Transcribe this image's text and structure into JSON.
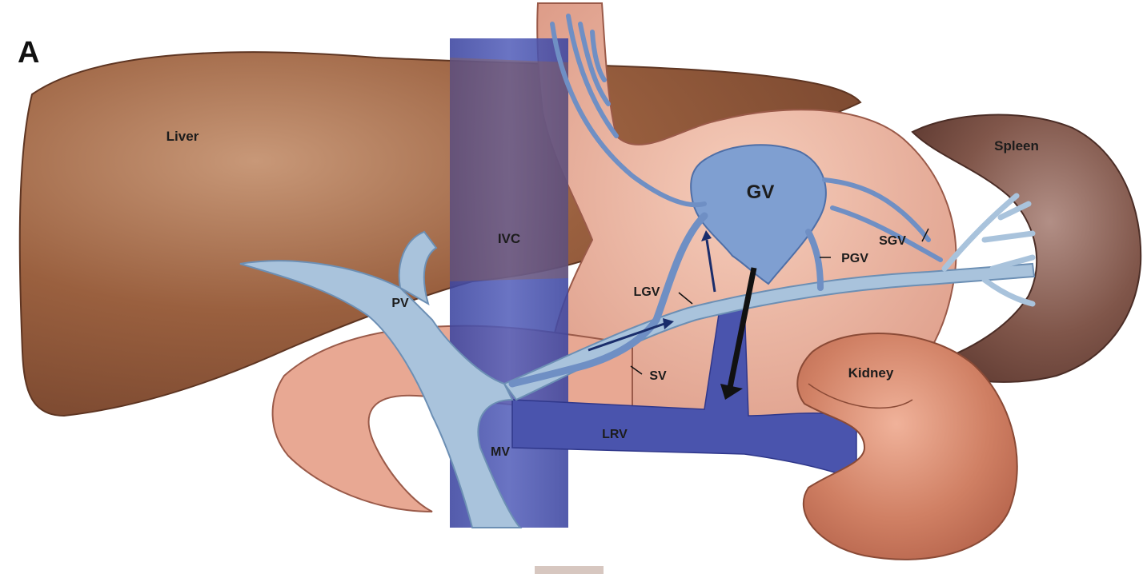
{
  "panel_letter": "A",
  "labels": {
    "liver": "Liver",
    "spleen": "Spleen",
    "gv": "GV",
    "ivc": "IVC",
    "sgv": "SGV",
    "pgv": "PGV",
    "pv": "PV",
    "lgv": "LGV",
    "sv": "SV",
    "kidney": "Kidney",
    "lrv": "LRV",
    "mv": "MV"
  },
  "colors": {
    "liver": "#8e5538",
    "stomach": "#e8ad98",
    "spleen": "#7f5549",
    "kidney": "#cf7e62",
    "vena_cava": "#4a54ad",
    "portal_vessels": "#a9c3dc",
    "varices": "#7f9fd1"
  }
}
